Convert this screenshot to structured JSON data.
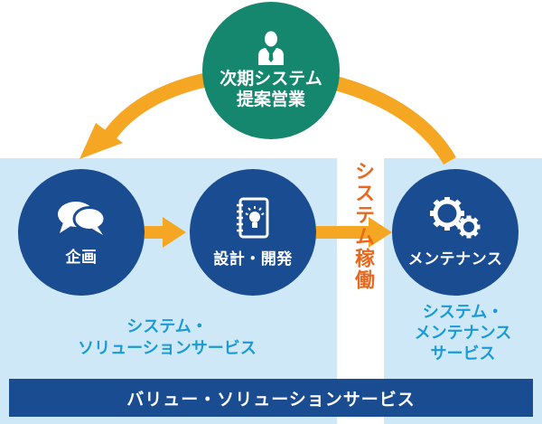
{
  "proposal": {
    "line1": "次期システム",
    "line2": "提案営業"
  },
  "nodes": {
    "planning": "企画",
    "design": "設計・開発",
    "maintenance": "メンテナンス"
  },
  "operation_label": "システム稼働",
  "services": {
    "system_line1": "システム・",
    "system_line2": "ソリューションサービス",
    "maint_line1": "システム・",
    "maint_line2": "メンテナンス",
    "maint_line3": "サービス"
  },
  "bottom_bar": "バリュー・ソリューションサービス",
  "icons": {
    "proposal": "person-icon",
    "planning": "chat-bubbles-icon",
    "design": "notebook-lightbulb-icon",
    "maintenance": "gears-icon"
  },
  "colors": {
    "node_blue": "#1a4c92",
    "proposal_green": "#15876e",
    "arrow_orange": "#f5a623",
    "panel_light_blue": "#cfe8f7",
    "service_text": "#1b9ad6",
    "operation_text": "#e8681e"
  }
}
